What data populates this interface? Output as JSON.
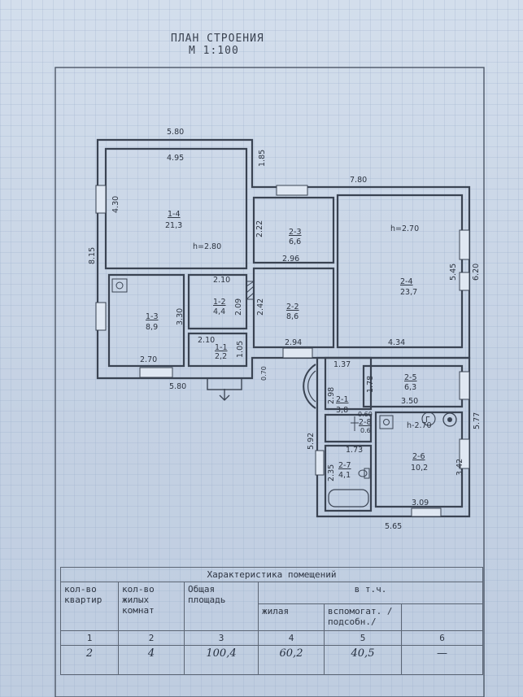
{
  "document": {
    "title": "ПЛАН СТРОЕНИЯ",
    "scale": "М 1:100"
  },
  "dimensions": {
    "top_left": "5.80",
    "room14_top": "4.95",
    "ext_185": "1.85",
    "right_top": "7.80",
    "left_430": "4.30",
    "left_815": "8.15",
    "r23_h": "2.22",
    "r23_w": "2.96",
    "r24_h": "5.45",
    "right_620": "6.20",
    "r12_w": "2.10",
    "r12_h": "2.09",
    "r22_h": "2.42",
    "r13_h": "3.30",
    "r11_w": "2.10",
    "r11_h": "1.05",
    "r22_w": "2.94",
    "r24_w": "4.34",
    "r13_w": "2.70",
    "bottom_left": "5.80",
    "d_070": "0.70",
    "r21_w": "1.37",
    "r21_h": "2.98",
    "r25_h": "1.78",
    "r25_w": "3.50",
    "r28_a": "0.60",
    "r28_b": "0.6",
    "left_592": "5.92",
    "r27_w": "1.73",
    "r27_h": "2.35",
    "r26_h": "3.42",
    "r26_w": "3.09",
    "right_577": "5.77",
    "bottom_right": "5.65"
  },
  "rooms": [
    {
      "id": "r14",
      "name": "1-4",
      "area": "21,3",
      "height": "h=2.80"
    },
    {
      "id": "r23",
      "name": "2-3",
      "area": "6,6"
    },
    {
      "id": "r24",
      "name": "2-4",
      "area": "23,7",
      "height": "h=2.70"
    },
    {
      "id": "r13",
      "name": "1-3",
      "area": "8,9"
    },
    {
      "id": "r12",
      "name": "1-2",
      "area": "4,4"
    },
    {
      "id": "r22",
      "name": "2-2",
      "area": "8,6"
    },
    {
      "id": "r11",
      "name": "1-1",
      "area": "2,2"
    },
    {
      "id": "r21",
      "name": "2-1",
      "area": "3,8"
    },
    {
      "id": "r25",
      "name": "2-5",
      "area": "6,3"
    },
    {
      "id": "r28",
      "name": "2-8",
      "area": ""
    },
    {
      "id": "r27",
      "name": "2-7",
      "area": "4,1"
    },
    {
      "id": "r26",
      "name": "2-6",
      "area": "10,2",
      "height": "h-2.70"
    }
  ],
  "legend_g": "Г",
  "characteristics": {
    "title": "Характеристика помещений",
    "col_quarters": "кол-во квартир",
    "col_rooms": "кол-во жилых комнат",
    "col_total": "Общая площадь",
    "col_incl": "в т.ч.",
    "col_living": "жилая",
    "col_aux": "вспомогат. /подсобн./",
    "nums": [
      "1",
      "2",
      "3",
      "4",
      "5",
      "6"
    ],
    "values": [
      "2",
      "4",
      "100,4",
      "60,2",
      "40,5",
      "—"
    ]
  }
}
